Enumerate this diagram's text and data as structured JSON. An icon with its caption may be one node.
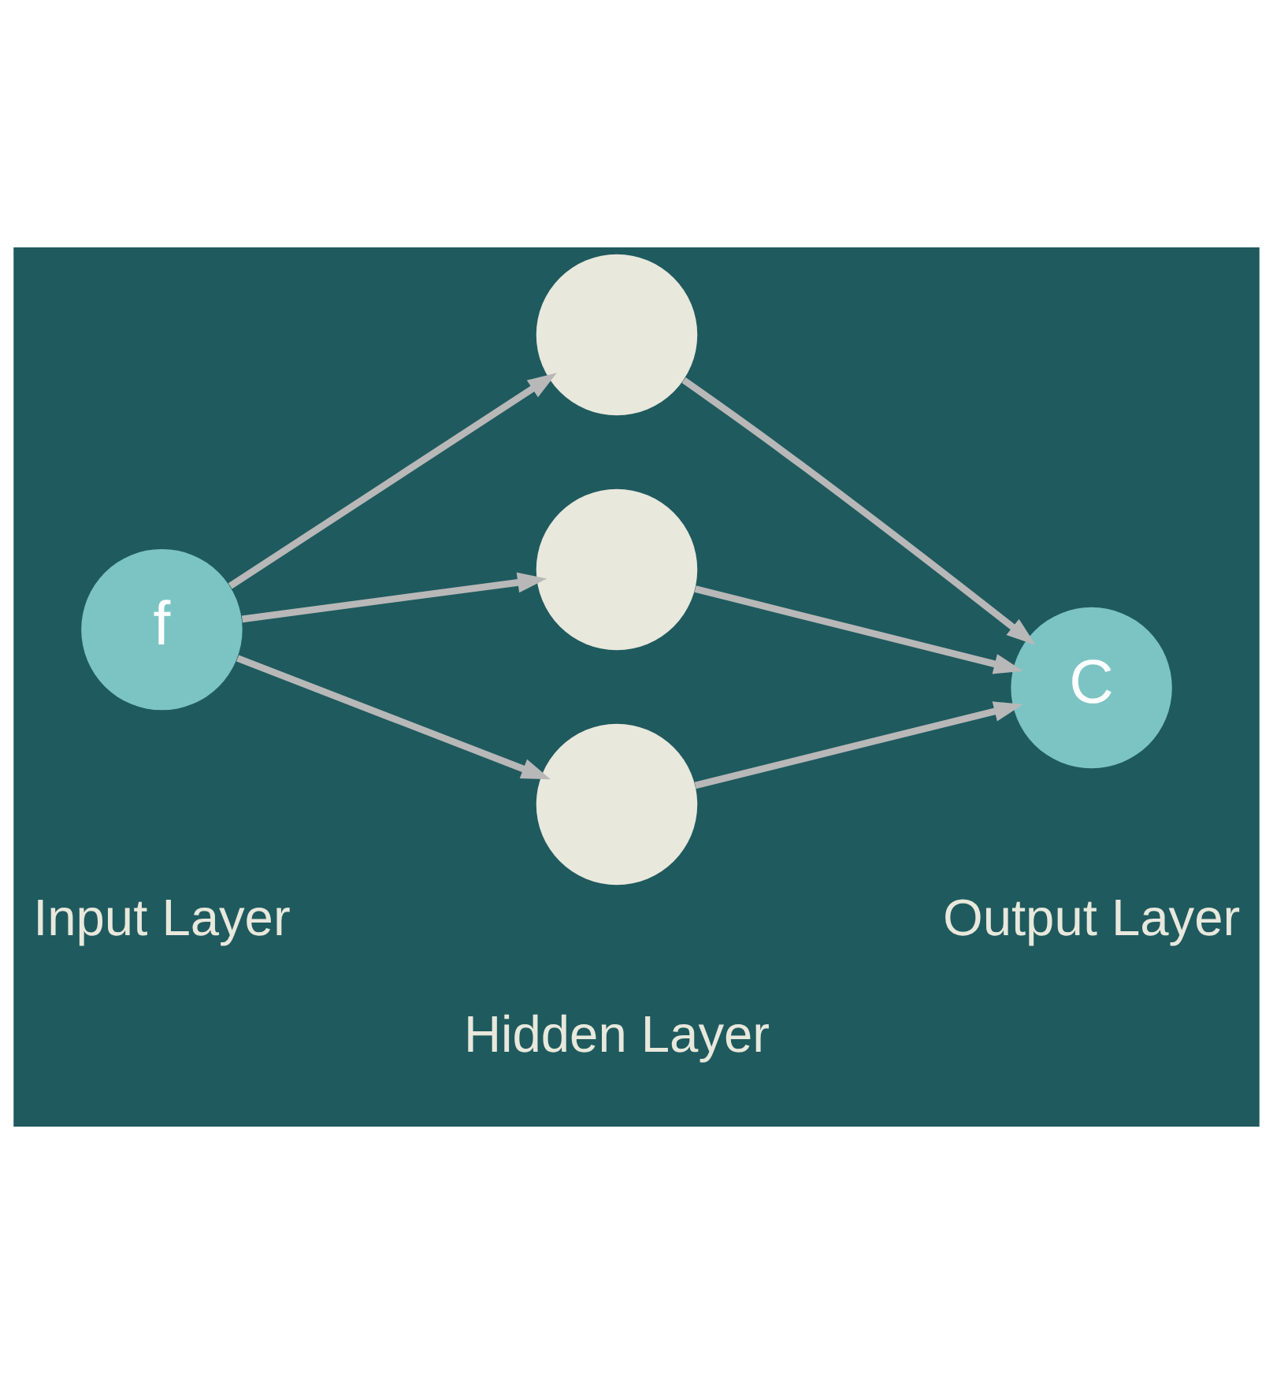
{
  "diagram": {
    "nodes": [
      {
        "text": [
          "f"
        ]
      },
      {
        "text": [],
        "shape": "circle"
      },
      {
        "text": [],
        "shape": "circle"
      },
      {
        "text": [],
        "shape": "circle"
      },
      {
        "text": [
          "C"
        ]
      }
    ],
    "edges": [
      {
        "from": 0,
        "to": 1,
        "arrow": "to"
      },
      {
        "from": 0,
        "to": 2,
        "arrow": "to"
      },
      {
        "from": 0,
        "to": 3,
        "arrow": "to"
      },
      {
        "from": 1,
        "to": 4,
        "arrow": "to"
      },
      {
        "from": 2,
        "to": 4,
        "arrow": "to"
      },
      {
        "from": 3,
        "to": 4,
        "arrow": "to"
      }
    ],
    "labels": [
      "Input Layer",
      "Hidden Layer",
      "Output Layer"
    ]
  }
}
